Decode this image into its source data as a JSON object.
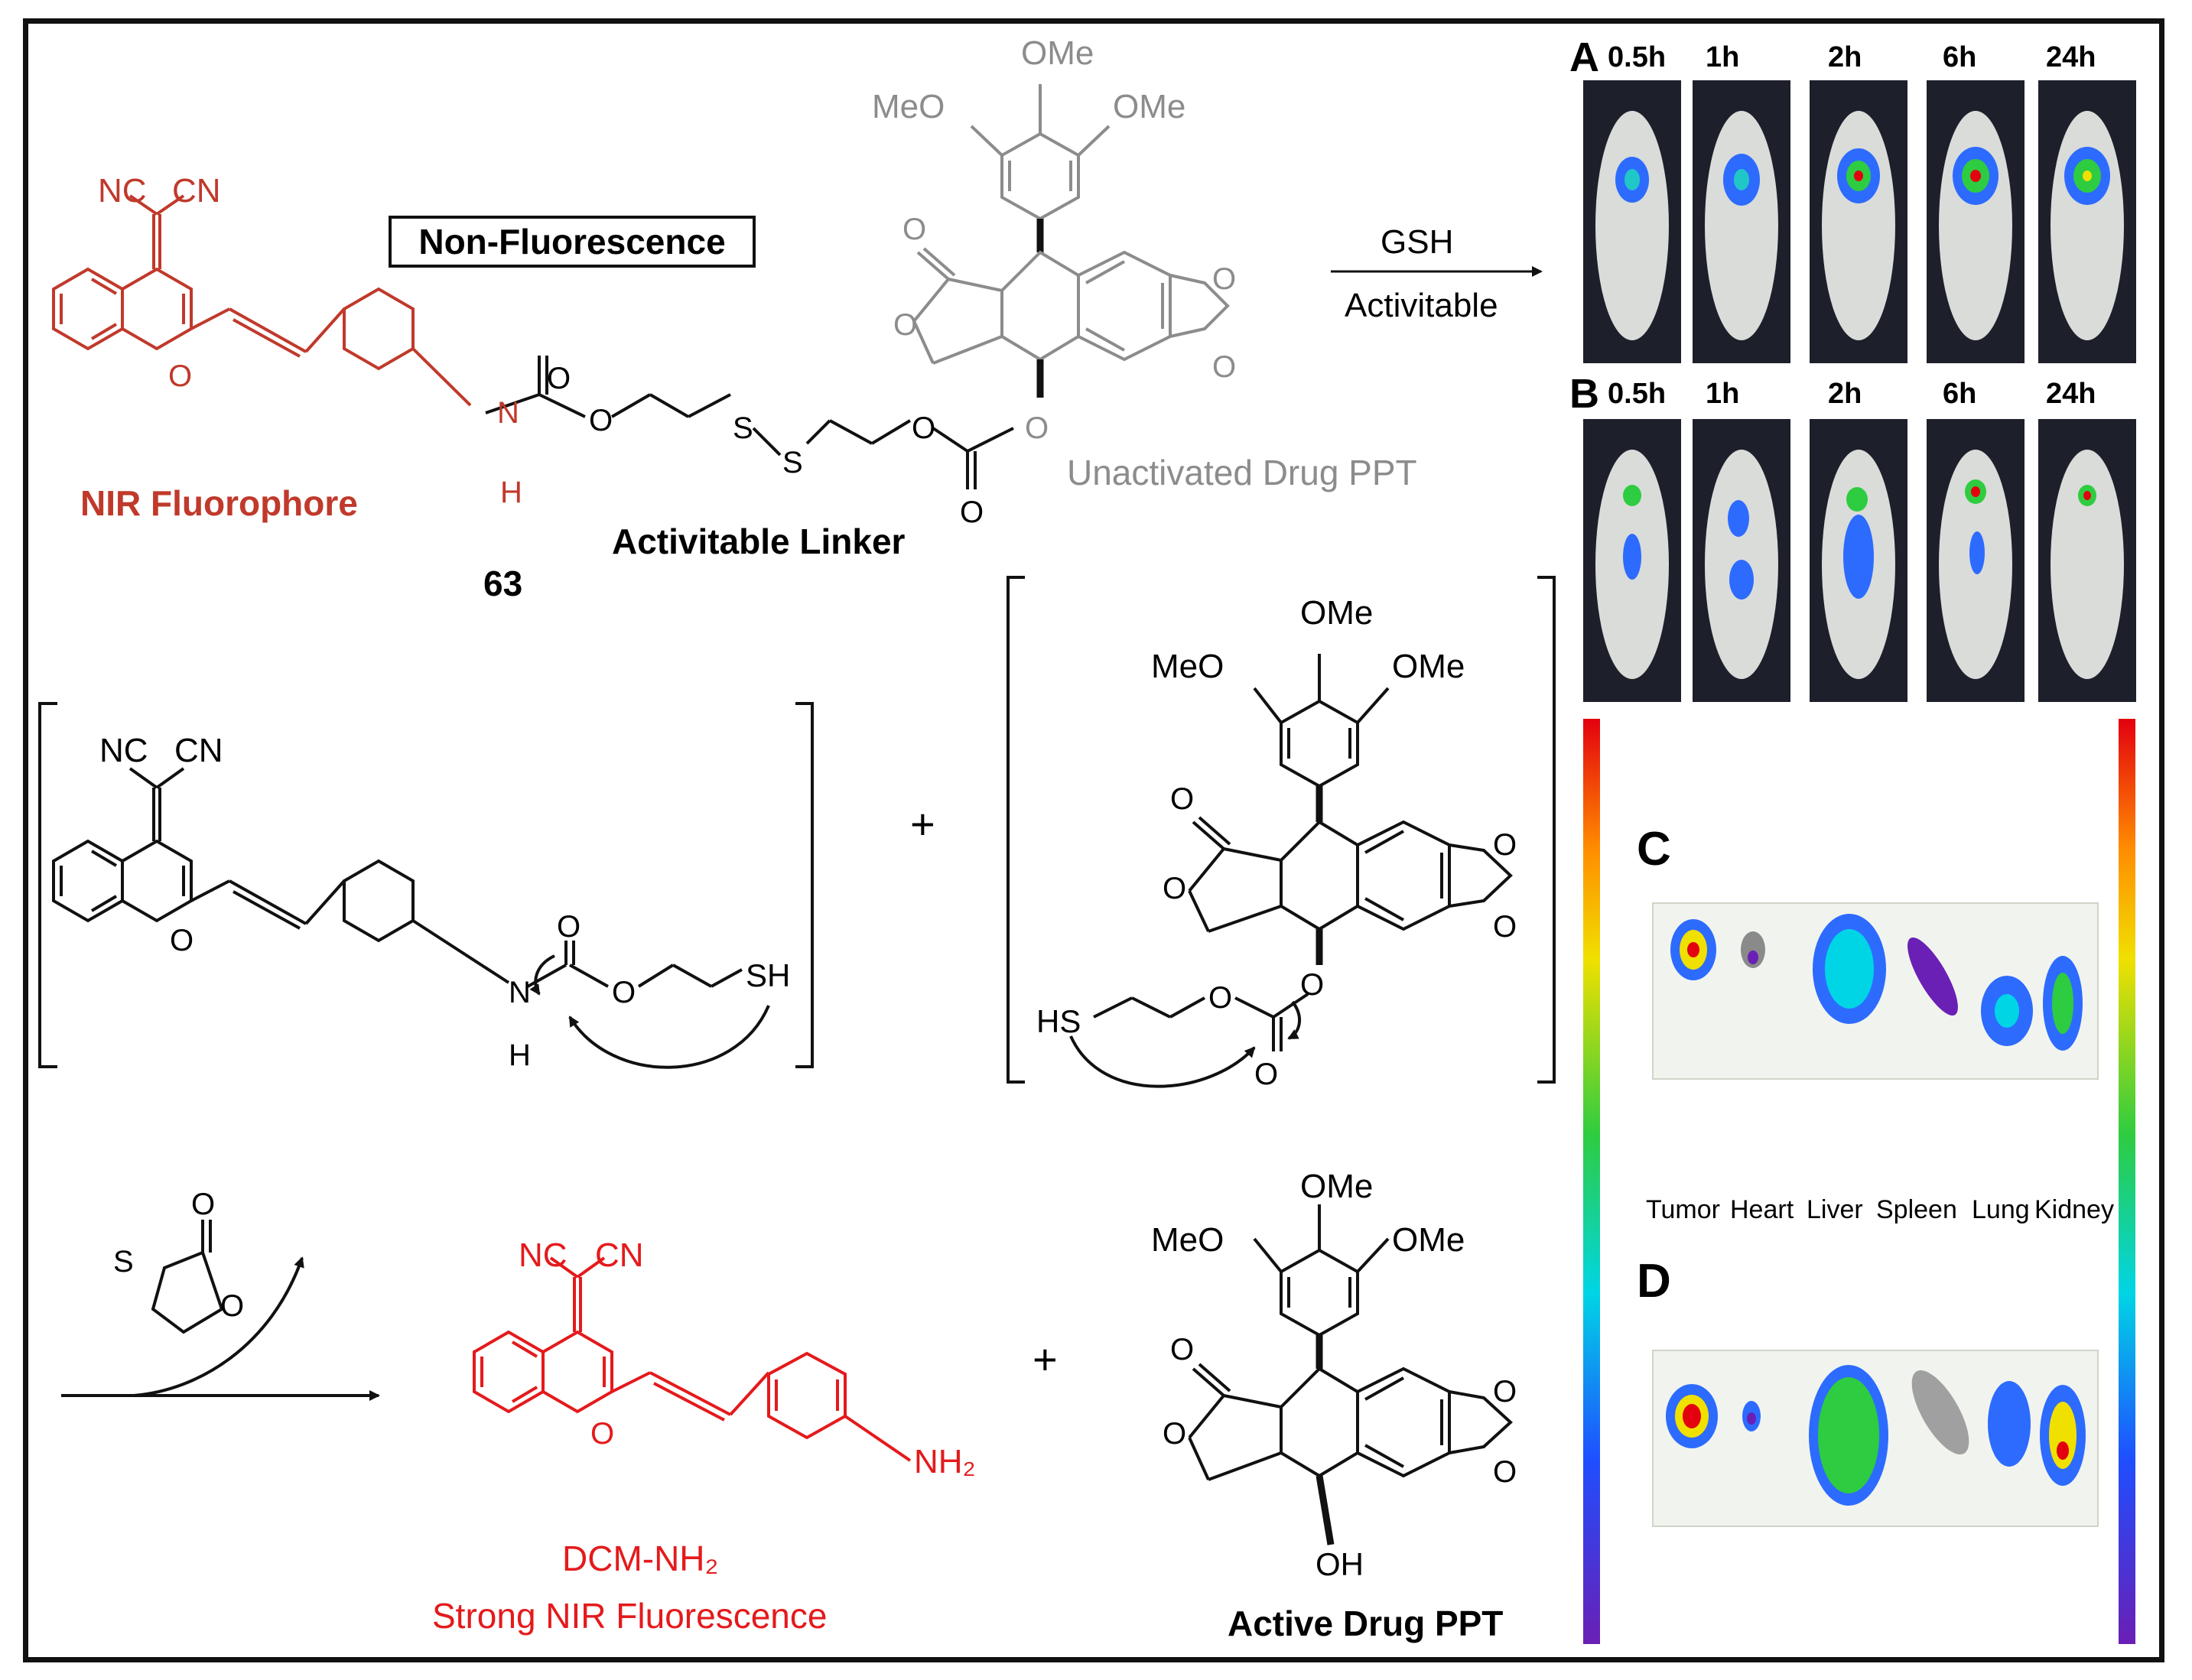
{
  "texts": {
    "non_fluorescence": "Non-Fluorescence",
    "nir_fluorophore": "NIR Fluorophore",
    "activitable_linker": "Activitable Linker",
    "compound_number": "63",
    "unactivated_drug": "Unactivated Drug PPT",
    "gsh": "GSH",
    "activitable": "Activitable",
    "dcm_nh2": "DCM-NH₂",
    "strong_nir": "Strong NIR Fluorescence",
    "active_drug": "Active Drug PPT",
    "plus": "+"
  },
  "atoms": {
    "nc": "NC",
    "cn": "CN",
    "o": "O",
    "n": "N",
    "h": "H",
    "s": "S",
    "sh": "SH",
    "hs": "HS",
    "ome": "OMe",
    "meo": "MeO",
    "oh": "OH",
    "nh2": "NH₂"
  },
  "panels": {
    "a_label": "A",
    "b_label": "B",
    "c_label": "C",
    "d_label": "D",
    "times": [
      "0.5h",
      "1h",
      "2h",
      "6h",
      "24h"
    ],
    "organs": [
      "Tumor",
      "Heart",
      "Liver",
      "Spleen",
      "Lung",
      "Kidney"
    ]
  },
  "colors": {
    "fluorophore": "#c0392b",
    "released_fluorophore": "#e41a1c",
    "drug_unactivated": "#8c8c8c",
    "bonds": "#111111"
  }
}
